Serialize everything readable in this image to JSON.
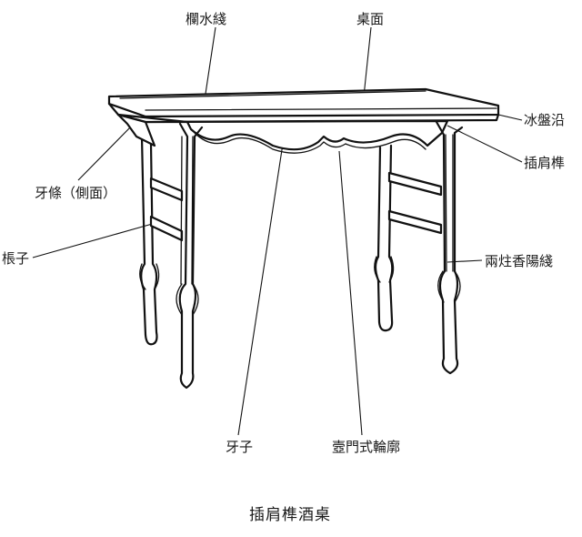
{
  "labels": {
    "lanshui_jian": "欄水綫",
    "zhuo_mian": "桌面",
    "bing_pan_yan": "冰盤沿",
    "cha_jian_sun": "插肩榫",
    "ya_tiao": "牙條（側面）",
    "chen_zi": "棖子",
    "liang_zhu_xiang_yang_jian": "兩炷香陽綫",
    "ya_zi": "牙子",
    "hu_men_shi_lun_kuo": "壼門式輪廓"
  },
  "caption": "插肩榫酒桌"
}
